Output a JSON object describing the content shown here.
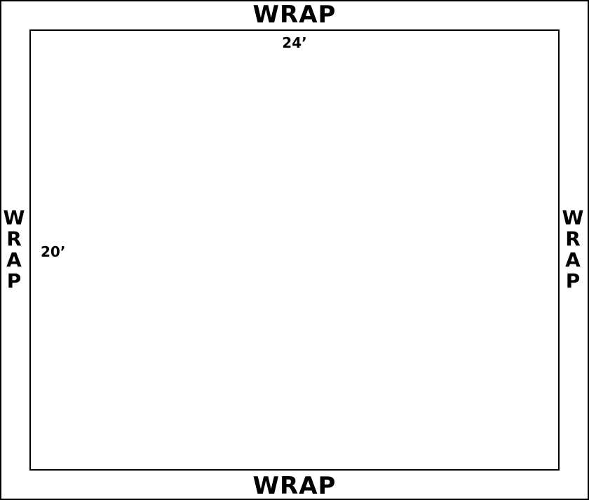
{
  "labels": {
    "top": "WRAP",
    "bottom": "WRAP",
    "left": "WRAP",
    "right": "WRAP"
  },
  "dimensions": {
    "width": "24’",
    "height": "20’"
  },
  "colors": {
    "line": "#000000",
    "background": "#ffffff"
  }
}
